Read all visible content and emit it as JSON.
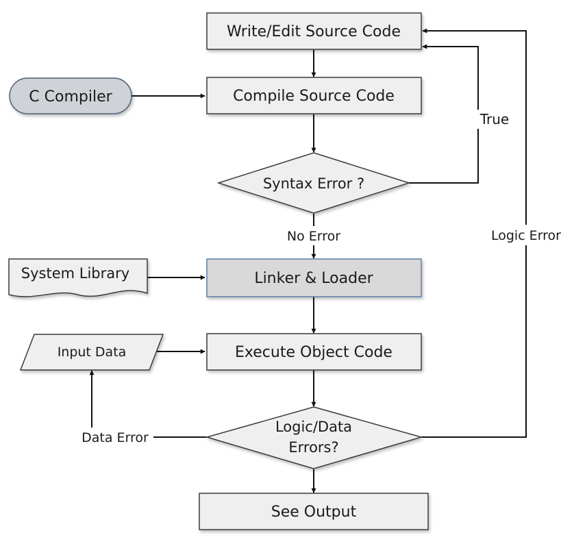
{
  "nodes": {
    "write_edit": "Write/Edit Source Code",
    "c_compiler": "C Compiler",
    "compile": "Compile Source Code",
    "syntax_error": "Syntax Error ?",
    "system_library": "System Library",
    "linker_loader": "Linker & Loader",
    "input_data": "Input Data",
    "execute": "Execute Object Code",
    "logic_data_line1": "Logic/Data",
    "logic_data_line2": "Errors?",
    "see_output": "See Output"
  },
  "edges": {
    "true": "True",
    "no_error": "No Error",
    "logic_error": "Logic Error",
    "data_error": "Data Error"
  },
  "colors": {
    "box_fill": "#efefef",
    "box_stroke": "#3a3a3a",
    "linker_fill": "#d9d9d9",
    "linker_stroke": "#5b7fa8",
    "compiler_fill": "#cfd2d6",
    "compiler_stroke": "#4b5f78",
    "edge": "#111111"
  }
}
